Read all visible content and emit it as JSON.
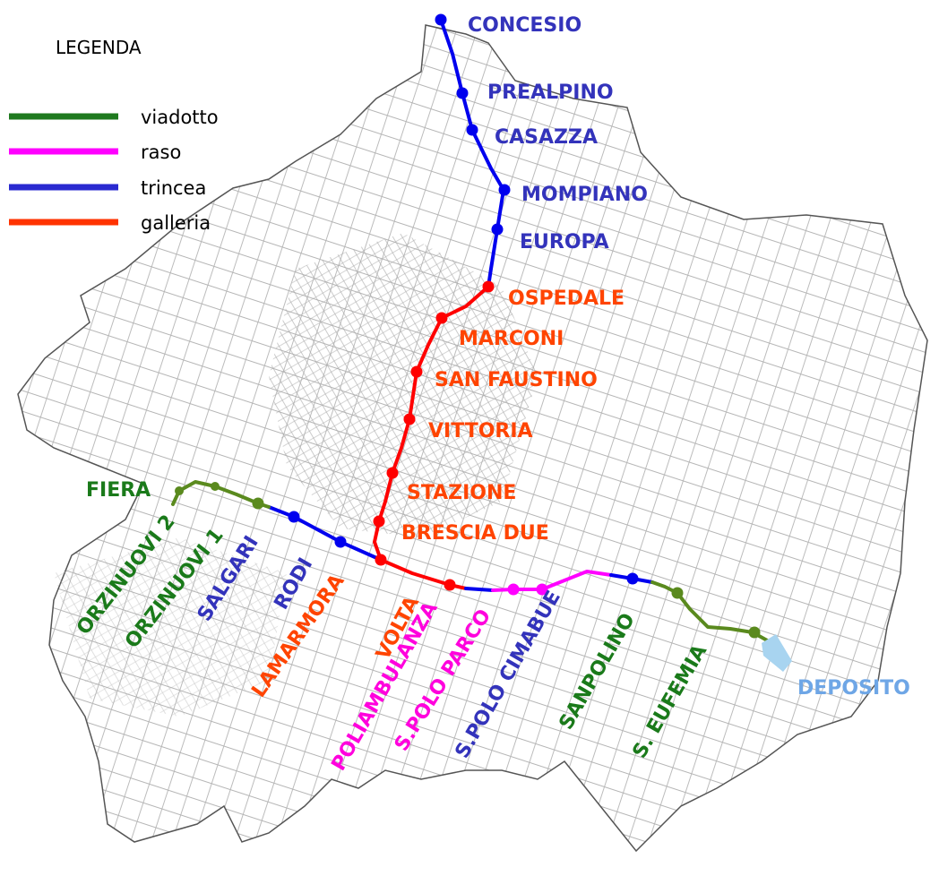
{
  "legend": {
    "title": "LEGENDA",
    "items": [
      {
        "label": "viadotto",
        "color": "#1f7a1f"
      },
      {
        "label": "raso",
        "color": "#ff00ff"
      },
      {
        "label": "trincea",
        "color": "#2a2ad0"
      },
      {
        "label": "galleria",
        "color": "#ff3300"
      }
    ]
  },
  "colors": {
    "viadotto": "#5a8a1e",
    "raso": "#ff00ff",
    "trincea": "#0000ee",
    "galleria": "#ff0000",
    "deposito": "#a8d4f0",
    "label_blue": "#3333bb",
    "label_red": "#ff4400",
    "label_green": "#1a7a1a",
    "label_magenta": "#ff00dd",
    "label_lightblue": "#6ea6e6",
    "streets": "#9a9a9a",
    "border": "#444444"
  },
  "stations": {
    "concesio": "CONCESIO",
    "prealpino": "PREALPINO",
    "casazza": "CASAZZA",
    "mompiano": "MOMPIANO",
    "europa": "EUROPA",
    "ospedale": "OSPEDALE",
    "marconi": "MARCONI",
    "san_faustino": "SAN FAUSTINO",
    "vittoria": "VITTORIA",
    "stazione": "STAZIONE",
    "brescia_due": "BRESCIA DUE",
    "fiera": "FIERA",
    "orzinuovi_2": "ORZINUOVI 2",
    "orzinuovi_1": "ORZINUOVI 1",
    "salgari": "SALGARI",
    "rodi": "RODI",
    "lamarmora": "LAMARMORA",
    "volta": "VOLTA",
    "poliambulanza": "POLIAMBULANZA",
    "s_polo_parco": "S.POLO PARCO",
    "s_polo_cimabue": "S.POLO CIMABUE",
    "sanpolino": "SANPOLINO",
    "s_eufemia": "S. EUFEMIA",
    "deposito": "DEPOSITO"
  }
}
